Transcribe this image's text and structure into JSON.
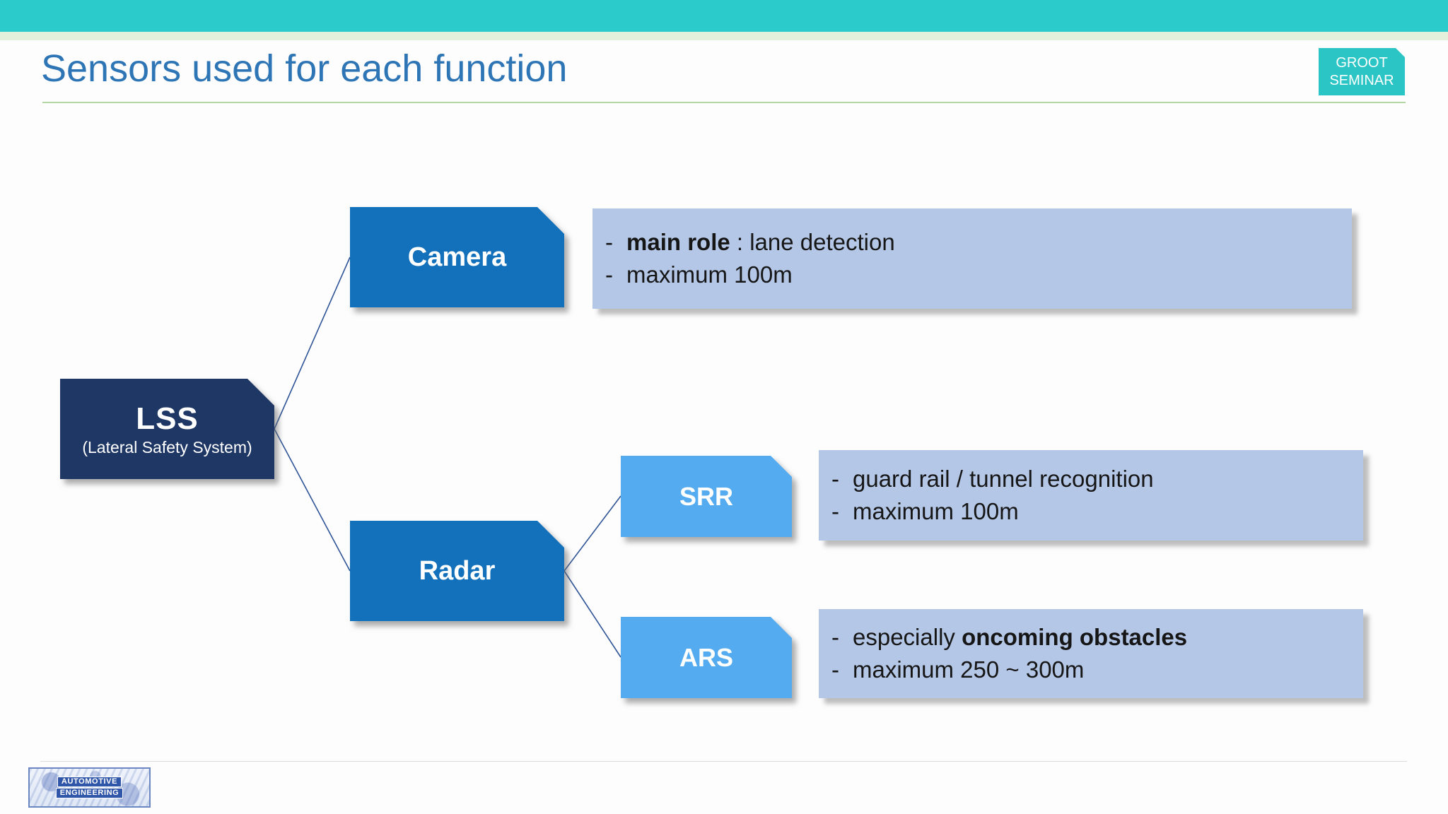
{
  "colors": {
    "teal": "#2BCBCB",
    "strip_green": "#E4F0DC",
    "title_blue": "#2E75B6",
    "underline_green": "#B2D7A0",
    "badge_teal": "#2CC5C6",
    "navy": "#1E3765",
    "blue": "#1371BC",
    "light_blue": "#55ABEF",
    "desc_bg": "#B4C7E7",
    "desc_text": "#161616",
    "connector": "#2F5496",
    "logo_blue": "#2F56A8"
  },
  "header": {
    "title": "Sensors used for each function",
    "badge_line1": "GROOT",
    "badge_line2": "SEMINAR"
  },
  "diagram": {
    "bullet": "-",
    "root": {
      "label": "LSS",
      "sublabel": "(Lateral Safety System)"
    },
    "nodes": {
      "camera": {
        "label": "Camera"
      },
      "radar": {
        "label": "Radar"
      },
      "srr": {
        "label": "SRR"
      },
      "ars": {
        "label": "ARS"
      }
    },
    "descriptions": {
      "camera": {
        "line1": {
          "prefix": "",
          "bold": "main role",
          "suffix": " : lane detection"
        },
        "line2": {
          "prefix": "maximum 100m",
          "bold": "",
          "suffix": ""
        }
      },
      "srr": {
        "line1": {
          "prefix": "guard rail / tunnel recognition",
          "bold": "",
          "suffix": ""
        },
        "line2": {
          "prefix": "maximum 100m",
          "bold": "",
          "suffix": ""
        }
      },
      "ars": {
        "line1": {
          "prefix": "especially ",
          "bold": "oncoming obstacles",
          "suffix": ""
        },
        "line2": {
          "prefix": "maximum 250 ~ 300m",
          "bold": "",
          "suffix": ""
        }
      }
    }
  },
  "footer": {
    "logo_line1": "AUTOMOTIVE",
    "logo_line2": "ENGINEERING"
  }
}
